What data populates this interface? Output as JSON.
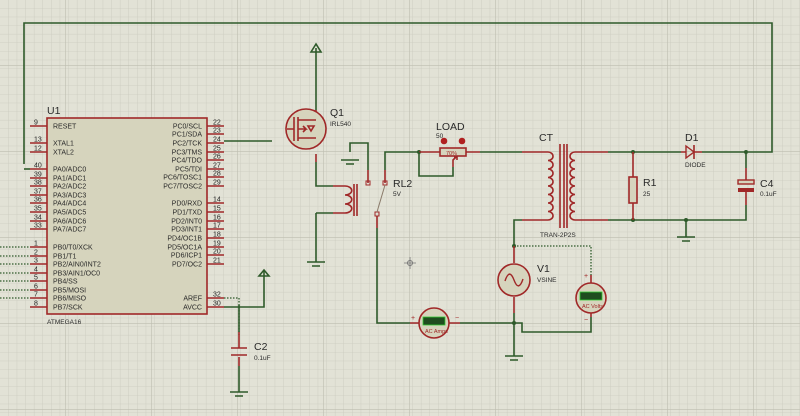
{
  "app": "Proteus ISIS schematic",
  "components": {
    "u1": {
      "ref": "U1",
      "part": "ATMEGA16",
      "left_pins": [
        {
          "num": "9",
          "name": "RESET"
        },
        {
          "num": "13",
          "name": "XTAL1"
        },
        {
          "num": "12",
          "name": "XTAL2"
        },
        {
          "num": "40",
          "name": "PA0/ADC0"
        },
        {
          "num": "39",
          "name": "PA1/ADC1"
        },
        {
          "num": "38",
          "name": "PA2/ADC2"
        },
        {
          "num": "37",
          "name": "PA3/ADC3"
        },
        {
          "num": "36",
          "name": "PA4/ADC4"
        },
        {
          "num": "35",
          "name": "PA5/ADC5"
        },
        {
          "num": "34",
          "name": "PA6/ADC6"
        },
        {
          "num": "33",
          "name": "PA7/ADC7"
        },
        {
          "num": "1",
          "name": "PB0/T0/XCK"
        },
        {
          "num": "2",
          "name": "PB1/T1"
        },
        {
          "num": "3",
          "name": "PB2/AIN0/INT2"
        },
        {
          "num": "4",
          "name": "PB3/AIN1/OC0"
        },
        {
          "num": "5",
          "name": "PB4/SS"
        },
        {
          "num": "6",
          "name": "PB5/MOSI"
        },
        {
          "num": "7",
          "name": "PB6/MISO"
        },
        {
          "num": "8",
          "name": "PB7/SCK"
        }
      ],
      "right_pins": [
        {
          "num": "22",
          "name": "PC0/SCL"
        },
        {
          "num": "23",
          "name": "PC1/SDA"
        },
        {
          "num": "24",
          "name": "PC2/TCK"
        },
        {
          "num": "25",
          "name": "PC3/TMS"
        },
        {
          "num": "26",
          "name": "PC4/TDO"
        },
        {
          "num": "27",
          "name": "PC5/TDI"
        },
        {
          "num": "28",
          "name": "PC6/TOSC1"
        },
        {
          "num": "29",
          "name": "PC7/TOSC2"
        },
        {
          "num": "14",
          "name": "PD0/RXD"
        },
        {
          "num": "15",
          "name": "PD1/TXD"
        },
        {
          "num": "16",
          "name": "PD2/INT0"
        },
        {
          "num": "17",
          "name": "PD3/INT1"
        },
        {
          "num": "18",
          "name": "PD4/OC1B"
        },
        {
          "num": "19",
          "name": "PD5/OC1A"
        },
        {
          "num": "20",
          "name": "PD6/ICP1"
        },
        {
          "num": "21",
          "name": "PD7/OC2"
        },
        {
          "num": "32",
          "name": "AREF"
        },
        {
          "num": "30",
          "name": "AVCC"
        }
      ]
    },
    "q1": {
      "ref": "Q1",
      "part": "IRL540"
    },
    "rl2": {
      "ref": "RL2",
      "value": "5V"
    },
    "load": {
      "ref": "LOAD",
      "value": "50",
      "inner": "70%"
    },
    "ct": {
      "ref": "CT",
      "part": "TRAN-2P2S"
    },
    "d1": {
      "ref": "D1",
      "part": "DIODE"
    },
    "r1": {
      "ref": "R1",
      "value": "25"
    },
    "c4": {
      "ref": "C4",
      "value": "0.1uF"
    },
    "c2": {
      "ref": "C2",
      "value": "0.1uF"
    },
    "v1": {
      "ref": "V1",
      "part": "VSINE"
    },
    "ammeter": {
      "label": "AC Amps",
      "plus": "+",
      "minus": "−"
    },
    "voltmeter": {
      "label": "AC Volts",
      "plus": "+",
      "minus": "−"
    }
  },
  "colors": {
    "wire": "#2e5a2a",
    "component": "#a02828",
    "body": "#d6d4bd",
    "background": "#e2e2d6",
    "grid": "#c8c8bb",
    "meter_display": "#1f4d1f"
  }
}
